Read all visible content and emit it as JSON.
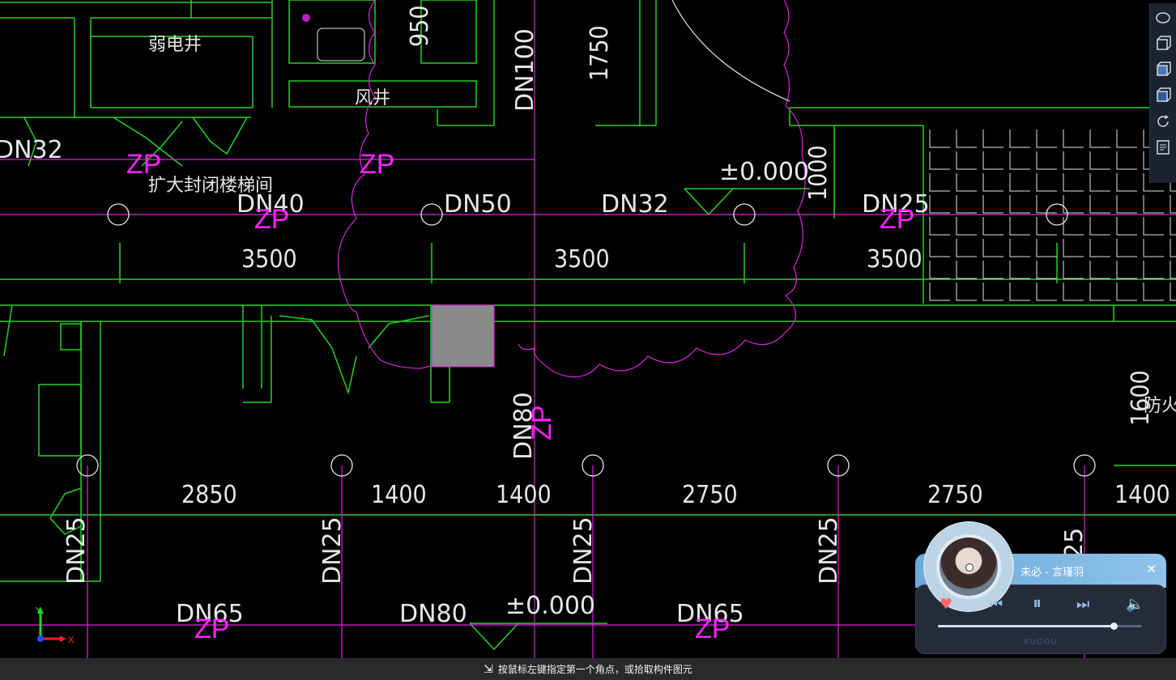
{
  "drawing": {
    "rooms": {
      "weak_current_shaft": "弱电井",
      "air_shaft": "风井",
      "enlarged_stair": "扩大封闭楼梯间",
      "fire_door": "防火"
    },
    "pipe_labels": {
      "dn32_left": "DN32",
      "dn40": "DN40",
      "dn50": "DN50",
      "dn32": "DN32",
      "dn25_top": "DN25",
      "dn100": "DN100",
      "dn80_mid": "DN80",
      "dn25_a": "DN25",
      "dn25_b": "DN25",
      "dn25_c": "DN25",
      "dn25_d": "DN25",
      "dn25_e": "25",
      "dn65_a": "DN65",
      "dn80_bottom": "DN80",
      "dn65_b": "DN65"
    },
    "zp_label": "ZP",
    "elevations": {
      "top": "±0.000",
      "bottom": "±0.000"
    },
    "dimensions": {
      "v950": "950",
      "v1750": "1750",
      "v1000": "1000",
      "v1600": "1600",
      "upper": [
        "3500",
        "3500",
        "3500"
      ],
      "lower": [
        "2850",
        "1400",
        "1400",
        "2750",
        "2750",
        "1400"
      ]
    }
  },
  "ucs": {
    "x_label": "X",
    "y_label": "Y"
  },
  "toolbar": {
    "items": [
      "orbit-icon",
      "view-3d-icon",
      "cube-icon",
      "box-icon",
      "refresh-icon",
      "list-icon"
    ]
  },
  "status": {
    "prompt": "按鼠标左键指定第一个角点，或拾取构件图元"
  },
  "player": {
    "song": "未必 - 言瑾羽",
    "brand": "KUGOU",
    "progress_fraction": 0.86
  },
  "colors": {
    "wall_green": "#22d322",
    "axis_magenta": "#e020e0",
    "zp_magenta": "#ff22ff",
    "text": "#e6e6e6"
  }
}
